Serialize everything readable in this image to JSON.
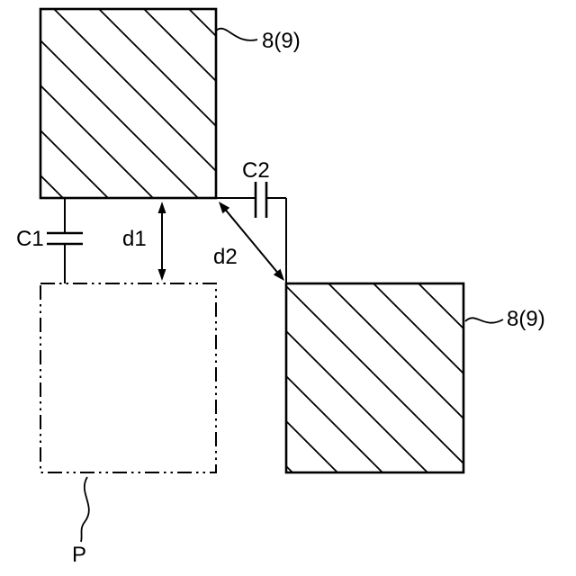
{
  "figure": {
    "type": "patent-style-diagram",
    "background_color": "#ffffff",
    "line_color": "#000000",
    "labels": {
      "top_block": "8(9)",
      "bottom_block": "8(9)",
      "capacitor_left": "C1",
      "capacitor_right": "C2",
      "distance_vertical": "d1",
      "distance_diagonal": "d2",
      "pad": "P"
    }
  }
}
